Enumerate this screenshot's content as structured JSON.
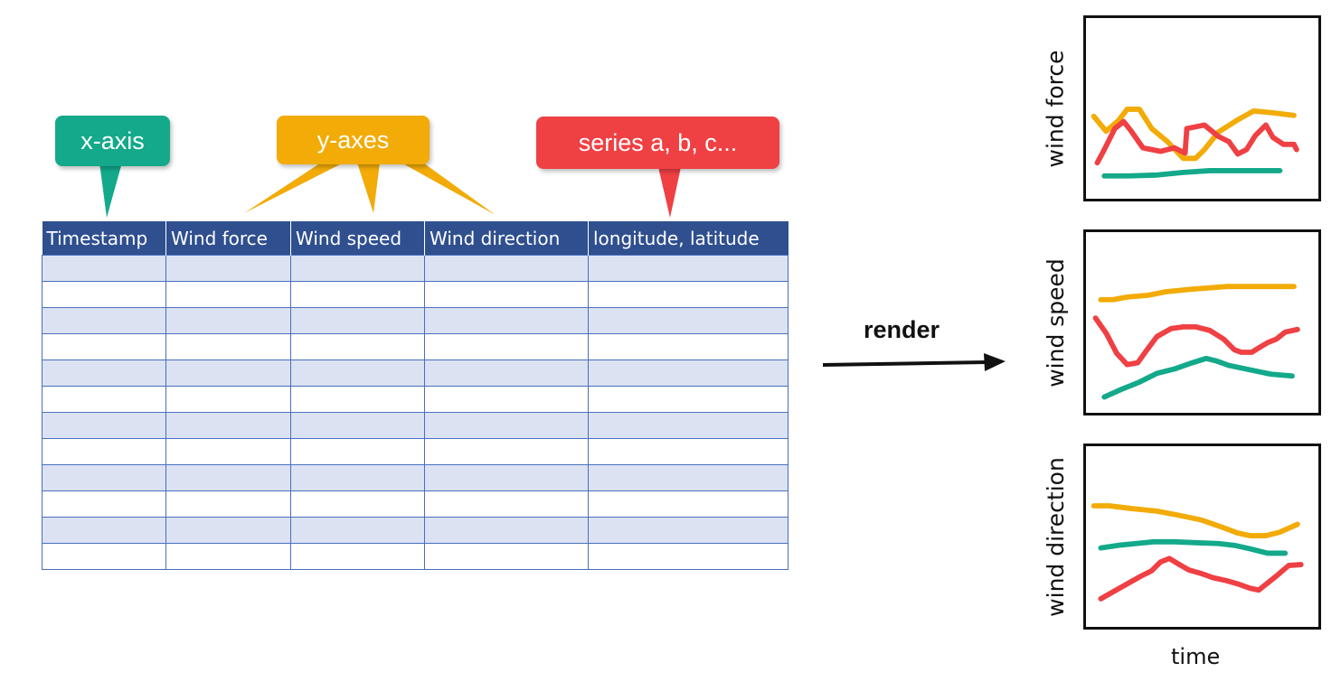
{
  "callouts": {
    "x_axis": "x-axis",
    "y_axes": "y-axes",
    "series": "series a, b, c..."
  },
  "table": {
    "headers": [
      "Timestamp",
      "Wind force",
      "Wind speed",
      "Wind direction",
      "longitude, latitude"
    ],
    "empty_rows": 12
  },
  "render_label": "render",
  "charts": {
    "labels": [
      "wind force",
      "wind speed",
      "wind direction"
    ],
    "x_label": "time"
  },
  "colors": {
    "x_axis": "#13a98a",
    "y_axes": "#f2ab07",
    "series": "#ef4044",
    "header": "#2f4f8f",
    "band": "#dbe2f2"
  }
}
